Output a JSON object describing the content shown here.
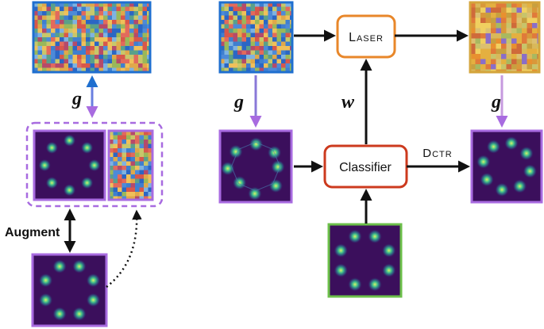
{
  "labels": {
    "laser": "Laser",
    "classifier": "Classifier",
    "dctr": "Dctr",
    "augment": "Augment",
    "g": "g",
    "w": "w"
  },
  "colors": {
    "blue": "#1f6fcf",
    "purple": "#a86be0",
    "green": "#6cbf4a",
    "orange": "#e8872a",
    "red": "#cc3a1e",
    "black": "#111111",
    "mustard": "#d4a53c",
    "dark_purple": "#3b0f5c",
    "blob_center": "#c9ef6a",
    "blob_mid": "#2fb38a"
  },
  "icons": {
    "noise_panel": "pixel-noise-panel",
    "ring_panel": "ring-of-gaussian-blobs"
  }
}
